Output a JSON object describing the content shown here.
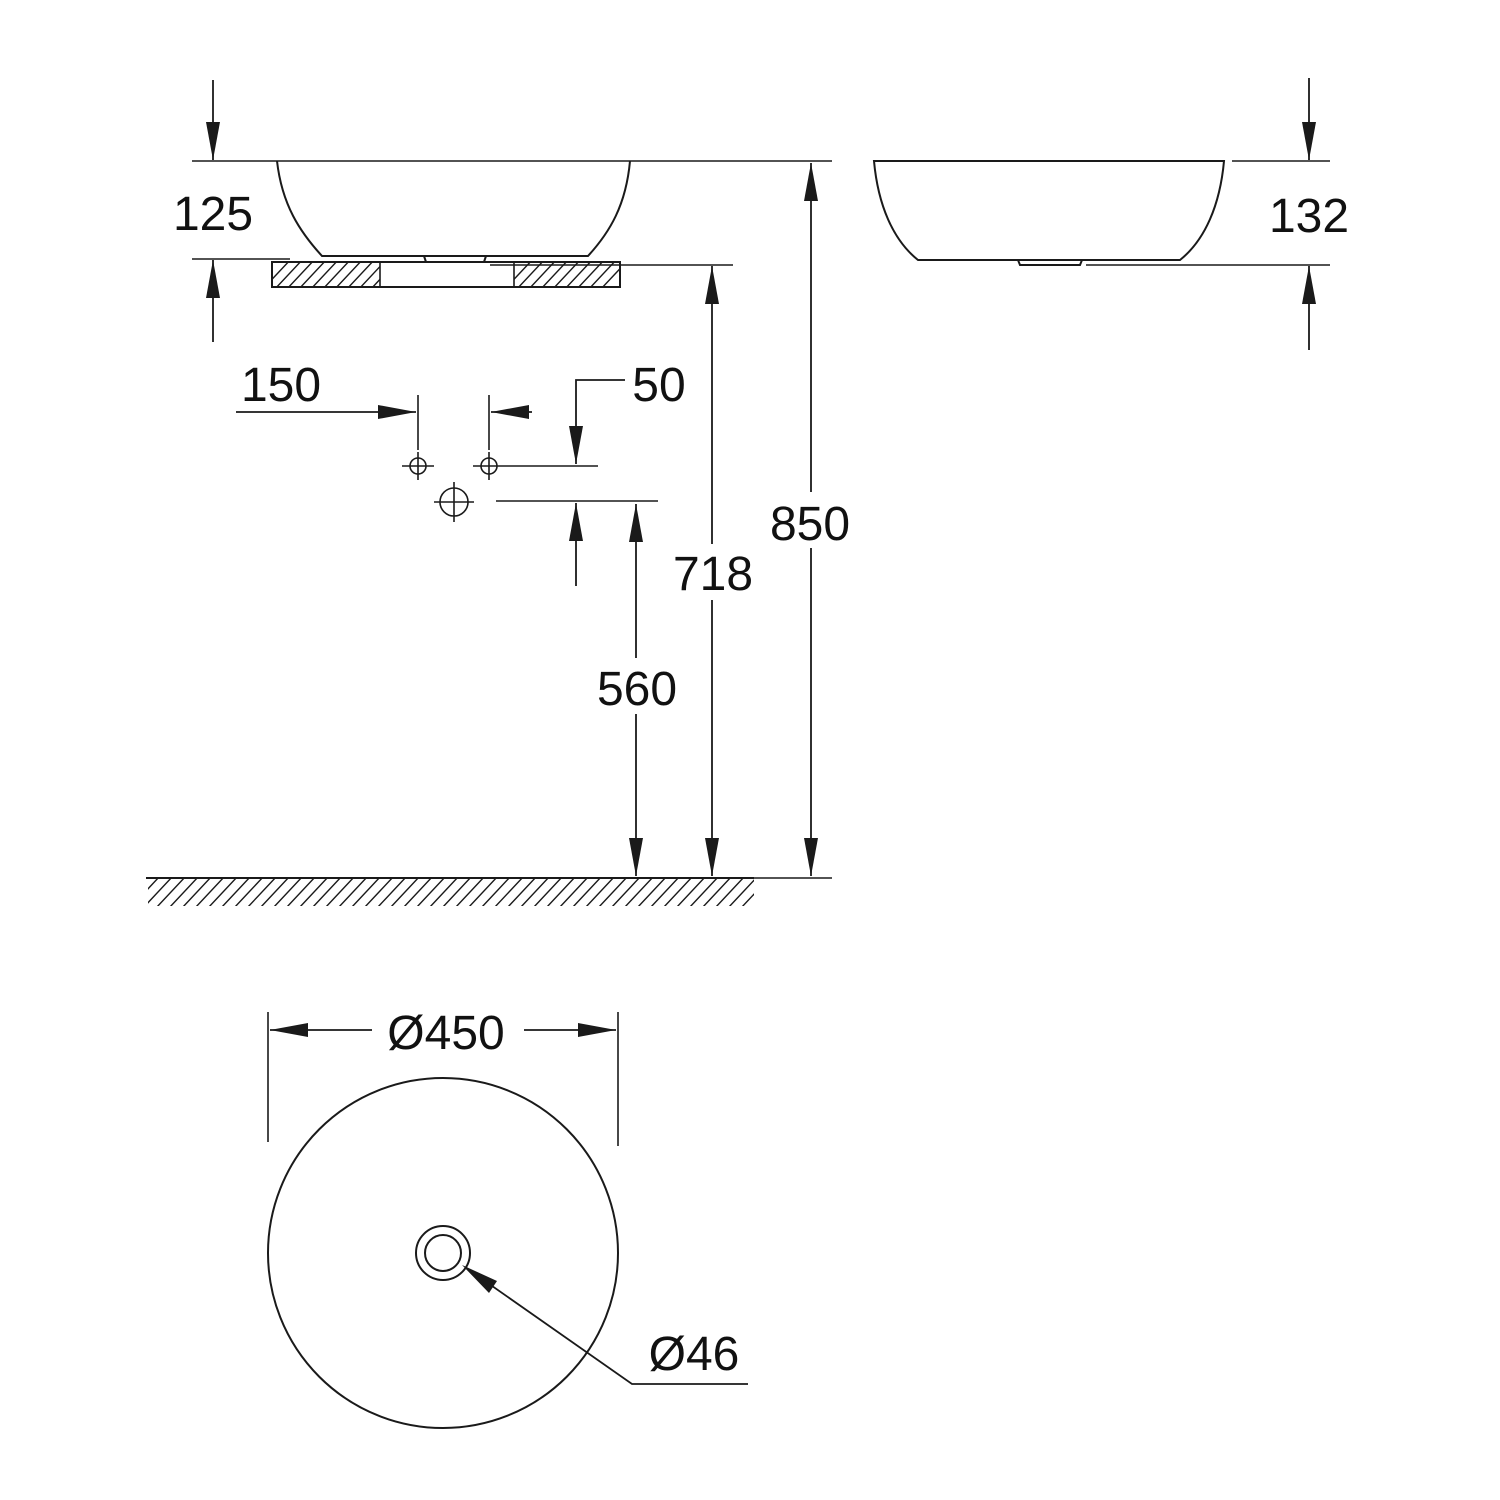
{
  "dimensions": {
    "bowl_height_side": "125",
    "bowl_height_front": "132",
    "tap_spacing": "150",
    "tap_offset": "50",
    "countertop_height": "718",
    "rim_height": "850",
    "waste_height": "560",
    "outer_diameter": "Ø450",
    "waste_diameter": "Ø46"
  },
  "colors": {
    "line": "#1a1a1a",
    "background": "#ffffff"
  }
}
